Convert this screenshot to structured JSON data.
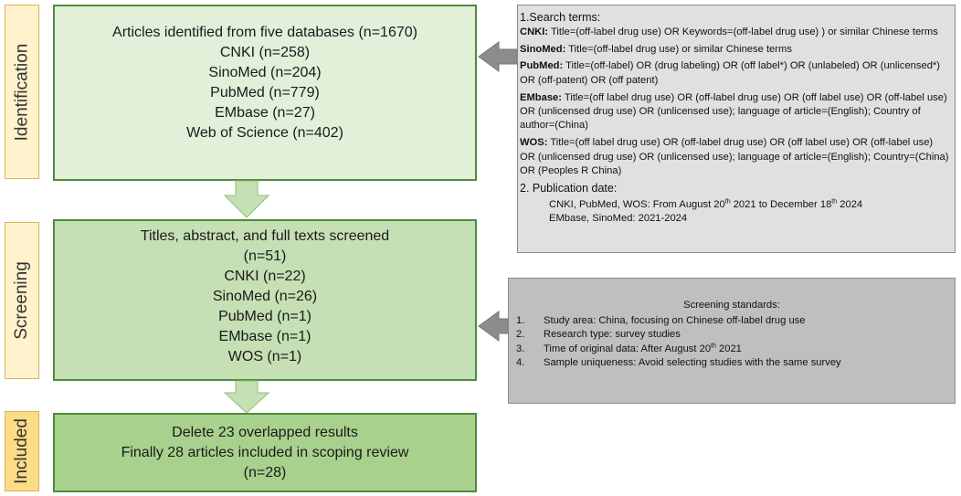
{
  "stages": {
    "identification": "Identification",
    "screening": "Screening",
    "included": "Included"
  },
  "identification_box": {
    "title": "Articles identified from five databases (n=1670)",
    "lines": [
      "CNKI (n=258)",
      "SinoMed (n=204)",
      "PubMed (n=779)",
      "EMbase (n=27)",
      "Web of Science (n=402)"
    ]
  },
  "screening_box": {
    "title": "Titles, abstract, and full texts screened",
    "count": "(n=51)",
    "lines": [
      "CNKI (n=22)",
      "SinoMed (n=26)",
      "PubMed (n=1)",
      "EMbase (n=1)",
      "WOS (n=1)"
    ]
  },
  "included_box": {
    "line1": "Delete 23 overlapped results",
    "line2": "Finally 28 articles included in scoping review",
    "line3": "(n=28)"
  },
  "search_box": {
    "header": "1.Search terms:",
    "cnki_label": "CNKI:",
    "cnki_text": "Title=(off-label drug use) OR Keywords=(off-label drug use) ) or similar Chinese terms",
    "sinomed_label": "SinoMed:",
    "sinomed_text": "Title=(off-label drug use) or similar Chinese terms",
    "pubmed_label": "PubMed:",
    "pubmed_text": "Title=(off-label) OR (drug labeling) OR (off label*) OR (unlabeled) OR (unlicensed*) OR (off-patent) OR (off patent)",
    "embase_label": "EMbase:",
    "embase_text": "Title=(off label drug use) OR (off-label drug use) OR (off label use) OR (off-label use) OR (unlicensed drug use) OR (unlicensed use); language of article=(English); Country of author=(China)",
    "wos_label": "WOS:",
    "wos_text": "Title=(off label drug use) OR (off-label drug use) OR (off label use) OR (off-label use) OR (unlicensed drug use) OR (unlicensed use); language of article=(English); Country=(China) OR (Peoples R China)",
    "pubdate_header": "2. Publication date:",
    "date1_pre": "CNKI, PubMed, WOS: From August 20",
    "date1_sup1": "th",
    "date1_mid": " 2021 to December 18",
    "date1_sup2": "th",
    "date1_post": " 2024",
    "date2": "EMbase, SinoMed: 2021-2024"
  },
  "standards_box": {
    "title": "Screening standards:",
    "items": [
      {
        "num": "1.",
        "text": "Study area: China, focusing on Chinese off-label drug use"
      },
      {
        "num": "2.",
        "text": "Research type: survey studies"
      },
      {
        "num": "3.",
        "text_pre": "Time of original data: After August 20",
        "sup": "th",
        "text_post": " 2021"
      },
      {
        "num": "4.",
        "text": "Sample uniqueness: Avoid selecting studies with the same survey"
      }
    ]
  },
  "colors": {
    "stage_fill": "#fff2cc",
    "stage_fill_included": "#fcdc86",
    "id_box": "#e2efd9",
    "screen_box": "#c5e0b4",
    "incl_box": "#a9d18e",
    "box_border": "#4f8a3c",
    "arrow_green": "#c5e0b4",
    "search_fill": "#e0e0e0",
    "standards_fill": "#bfbfbf",
    "arrow_gray": "#8c8c8c"
  }
}
